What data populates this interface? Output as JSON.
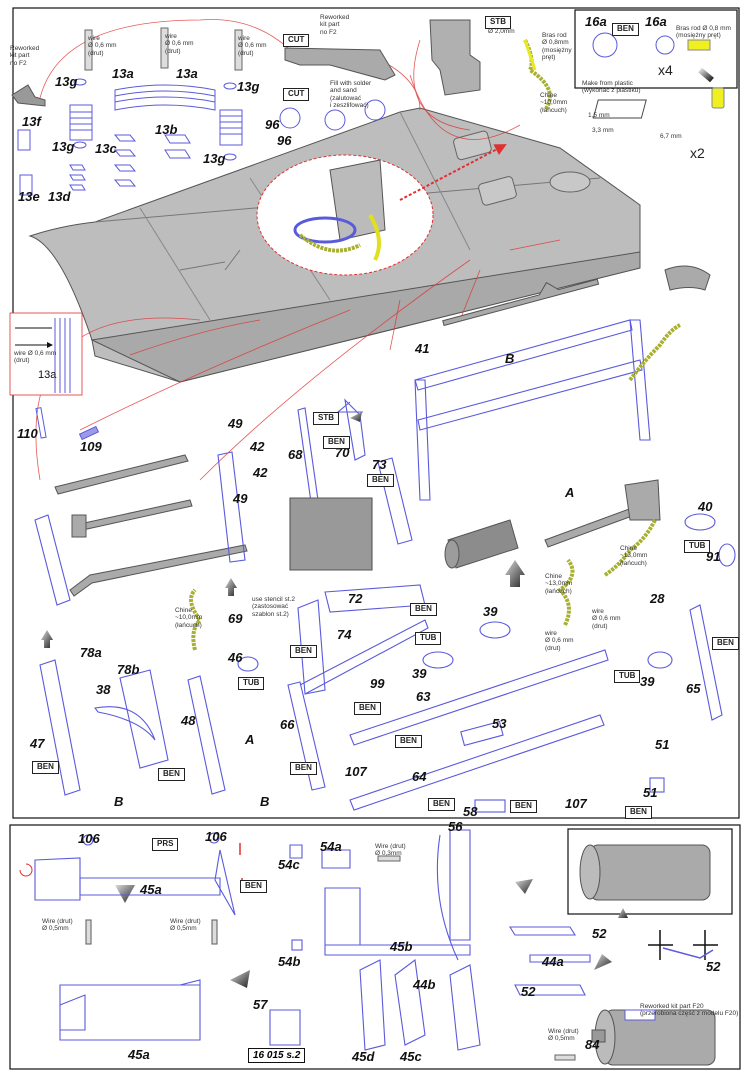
{
  "sheet_code": "16 015 s.2",
  "colors": {
    "part_line": "#5a5adc",
    "kit_gray": "#b4b4b4",
    "arrow_red": "#e03030",
    "chain": "#a8b030",
    "brass": "#f0f020"
  },
  "parts": [
    "13g",
    "13a",
    "13a",
    "13g",
    "13f",
    "13g",
    "13c",
    "13b",
    "13g",
    "13e",
    "13d",
    "96",
    "96",
    "16a",
    "16a",
    "13a",
    "110",
    "109",
    "41",
    "B",
    "49",
    "42",
    "68",
    "70",
    "42",
    "49",
    "73",
    "A",
    "40",
    "91",
    "72",
    "74",
    "28",
    "39",
    "69",
    "46",
    "39",
    "78a",
    "78b",
    "38",
    "63",
    "99",
    "39",
    "65",
    "47",
    "48",
    "66",
    "A",
    "53",
    "51",
    "107",
    "64",
    "107",
    "58",
    "51",
    "B",
    "B",
    "106",
    "106",
    "45a",
    "45a",
    "54c",
    "54a",
    "56",
    "54b",
    "57",
    "45b",
    "44b",
    "45d",
    "45c",
    "52",
    "44a",
    "52",
    "52",
    "84"
  ],
  "tags": [
    "STB",
    "BEN",
    "CUT",
    "CUT",
    "STB",
    "BEN",
    "BEN",
    "BEN",
    "BEN",
    "TUB",
    "TUB",
    "TUB",
    "TUB",
    "BEN",
    "BEN",
    "BEN",
    "BEN",
    "BEN",
    "BEN",
    "BEN",
    "BEN",
    "BEN",
    "PRS",
    "BEN"
  ],
  "notes": [
    "Reworked\nkit part\nno F2",
    "Reworked\nkit part\nno F2",
    "wire\nØ 0,6 mm\n(drut)",
    "wire\nØ 0,6 mm\n(drut)",
    "wire\nØ 0,6 mm\n(drut)",
    "Fill with solder\nand sand\n(zalutować\ni zeszlifować)",
    "Ø 2,0mm",
    "Bras rod\nØ 0,8mm\n(mosiężny\npręt)",
    "Chine\n~10,0mm\n(łańcuch)",
    "Bras rod Ø 0,8 mm\n(mosiężny pręt)",
    "Make from plastic\n(wykonać z plastiku)",
    "1,5 mm",
    "3,3 mm",
    "6,7 mm",
    "wire Ø 0,6 mm\n(drut)",
    "use stencil st.2\n(zastosować\nszablon st.2)",
    "Chine\n~10,0mm\n(łańcuch)",
    "Chine\n~13,0mm\n(łańcuch)",
    "Chine\n~13,0mm\n(łańcuch)",
    "wire\nØ 0,6 mm\n(drut)",
    "wire\nØ 0,6 mm\n(drut)",
    "Wire (drut)\nØ 0,5mm",
    "Wire (drut)\nØ 0,5mm",
    "Wire (drut)\nØ 0,3mm",
    "Reworked kit part F20\n(przerobiona część z modelu F20)",
    "Wire (drut)\nØ 0,5mm"
  ],
  "multipliers": [
    "x4",
    "x2"
  ]
}
